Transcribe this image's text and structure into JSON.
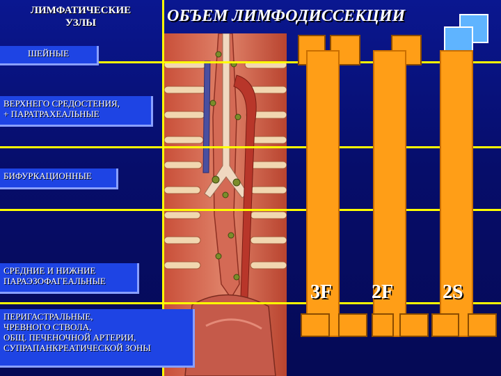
{
  "header": {
    "left_title_line1": "ЛИМФАТИЧЕСКИЕ",
    "left_title_line2": "УЗЛЫ",
    "main_title": "ОБЪЕМ ЛИМФОДИССЕКЦИИ"
  },
  "node_groups": [
    {
      "id": "cervical",
      "label": "ШЕЙНЫЕ"
    },
    {
      "id": "upper_mediastinal",
      "label_line1": "ВЕРХНЕГО СРЕДОСТЕНИЯ,",
      "label_line2": "+ ПАРАТРАХЕАЛЬНЫЕ"
    },
    {
      "id": "bifurcation",
      "label": "БИФУРКАЦИОННЫЕ"
    },
    {
      "id": "paraesophageal",
      "label_line1": "СРЕДНИЕ И НИЖНИЕ",
      "label_line2": "ПАРАЭЗОФАГЕАЛЬНЫЕ"
    },
    {
      "id": "perigastric",
      "label_line1": "ПЕРИГАСТРАЛЬНЫЕ,",
      "label_line2": "ЧРЕВНОГО СТВОЛА,",
      "label_line3": "ОБЩ. ПЕЧЕНОЧНОЙ АРТЕРИИ,",
      "label_line4": "СУПРАПАНКРЕАТИЧЕСКОЙ ЗОНЫ"
    }
  ],
  "dissection_columns": [
    {
      "tag": "3F",
      "covers": [
        "cervical",
        "upper_mediastinal",
        "bifurcation",
        "paraesophageal",
        "perigastric"
      ]
    },
    {
      "tag": "2F",
      "covers": [
        "upper_mediastinal",
        "bifurcation",
        "paraesophageal",
        "perigastric"
      ]
    },
    {
      "tag": "2S",
      "covers": [
        "upper_mediastinal",
        "bifurcation",
        "paraesophageal",
        "perigastric"
      ]
    }
  ],
  "colors": {
    "background": "#060e78",
    "divider": "#ffff00",
    "label_box": "#1e44e4",
    "column": "#ff9e17",
    "corner_square": "#5fb4ff"
  }
}
